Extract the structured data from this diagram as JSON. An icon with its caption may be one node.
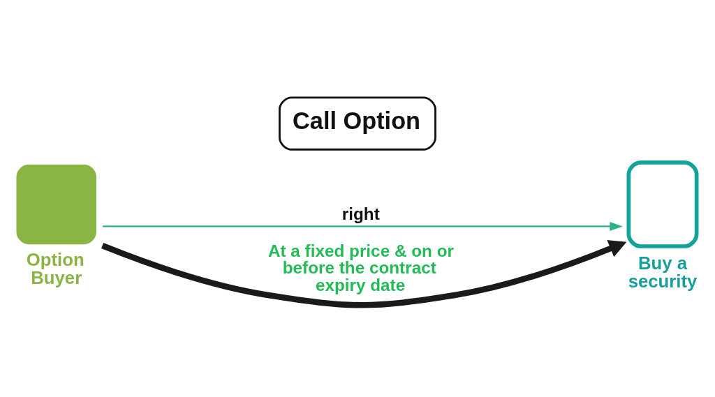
{
  "diagram": {
    "title": "Call Option",
    "nodes": [
      {
        "text": [
          "Option Buyer"
        ]
      },
      {
        "text": [
          "Buy a security"
        ]
      }
    ],
    "edges": [
      {
        "from": 0,
        "to": 1,
        "arrow": "to",
        "label": "right",
        "color": "#2fb08a"
      },
      {
        "from": 0,
        "to": 1,
        "arrow": "to",
        "label": "At a fixed price & on or before the contract expiry date",
        "style": "thick",
        "color": "#1a1a1a"
      }
    ]
  }
}
